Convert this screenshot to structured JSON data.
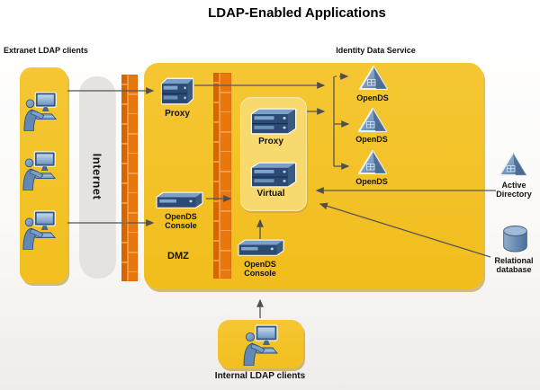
{
  "title": "LDAP-Enabled Applications",
  "colors": {
    "gold": "#F3C125",
    "gold_light": "#F8D96E",
    "firewall_orange": "#E8770D",
    "server_navy": "#2C4A73",
    "steel_blue": "#6F94BF",
    "internet_gray": "#E4E3E0",
    "connector_gray": "#555555"
  },
  "labels": {
    "extranet_clients": "Extranet LDAP clients",
    "identity_data_service": "Identity Data Service",
    "internet": "Internet",
    "dmz": "DMZ",
    "dmz_proxy": "Proxy",
    "dmz_console": "OpenDS\nConsole",
    "cluster_proxy": "Proxy",
    "cluster_virtual": "Virtual",
    "internal_console": "OpenDS\nConsole",
    "opends": [
      "OpenDS",
      "OpenDS",
      "OpenDS"
    ],
    "active_directory": "Active\nDirectory",
    "relational_database": "Relational\ndatabase",
    "internal_clients": "Internal LDAP clients"
  }
}
